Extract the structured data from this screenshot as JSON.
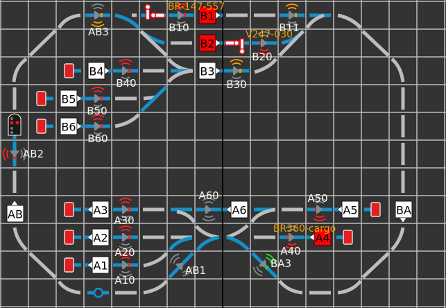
{
  "colors": {
    "background": "#333333",
    "grid": "#bdbdbd",
    "track_idle": "#bdbdbd",
    "track_route": "#1590c8",
    "occupied_block": "#ff0000",
    "free_block": "#ffffff",
    "sensor_red": "#ff2020",
    "sensor_orange": "#ff9900",
    "sensor_green": "#22dd22",
    "loco_label": "#f0a000",
    "bumper": "#e02020"
  },
  "blocks": [
    {
      "label": "B1",
      "state": "occupied",
      "arrow": "right"
    },
    {
      "label": "B2",
      "state": "occupied",
      "arrow": "right"
    },
    {
      "label": "B3",
      "state": "free",
      "arrow": "right"
    },
    {
      "label": "B4",
      "state": "free",
      "arrow": "right"
    },
    {
      "label": "B5",
      "state": "free",
      "arrow": "right"
    },
    {
      "label": "B6",
      "state": "free",
      "arrow": "right"
    },
    {
      "label": "A1",
      "state": "free",
      "arrow": "left"
    },
    {
      "label": "A2",
      "state": "free",
      "arrow": "left"
    },
    {
      "label": "A3",
      "state": "free",
      "arrow": "left"
    },
    {
      "label": "A4",
      "state": "occupied",
      "arrow": "left"
    },
    {
      "label": "A5",
      "state": "free",
      "arrow": "left"
    },
    {
      "label": "A6",
      "state": "free",
      "arrow": "left"
    },
    {
      "label": "AB",
      "state": "free",
      "arrow": "up"
    },
    {
      "label": "BA",
      "state": "free",
      "arrow": "down"
    }
  ],
  "sensors": [
    {
      "label": "AB3",
      "state": "orange"
    },
    {
      "label": "B10",
      "state": "red"
    },
    {
      "label": "B11",
      "state": "orange"
    },
    {
      "label": "B20",
      "state": "red"
    },
    {
      "label": "B30",
      "state": "orange"
    },
    {
      "label": "B40",
      "state": "red"
    },
    {
      "label": "B50",
      "state": "red"
    },
    {
      "label": "B60",
      "state": "red"
    },
    {
      "label": "AB2",
      "state": "red"
    },
    {
      "label": "A10",
      "state": "red"
    },
    {
      "label": "A20",
      "state": "red"
    },
    {
      "label": "A30",
      "state": "red"
    },
    {
      "label": "A40",
      "state": "red"
    },
    {
      "label": "A50",
      "state": "red"
    },
    {
      "label": "A60",
      "state": "idle"
    },
    {
      "label": "AB1",
      "state": "idle"
    },
    {
      "label": "BA3",
      "state": "green"
    }
  ],
  "locomotives": [
    {
      "label": "BR-147-557",
      "block": "B1"
    },
    {
      "label": "V247-030",
      "block": "B2"
    },
    {
      "label": "BR360-cargo",
      "block": "A4"
    }
  ],
  "signals": [
    {
      "name": "signal-b1-exit",
      "aspect": "red"
    },
    {
      "name": "signal-b2-exit",
      "aspect": "red"
    },
    {
      "name": "main-signal-ab",
      "aspect": "red"
    }
  ]
}
